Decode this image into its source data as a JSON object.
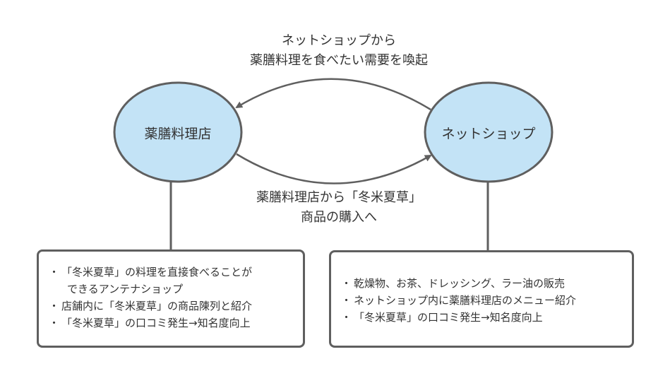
{
  "nodes": {
    "restaurant": {
      "label": "薬膳料理店"
    },
    "netshop": {
      "label": "ネットショップ"
    }
  },
  "edges": {
    "top": {
      "lines": [
        "ネットショップから",
        "薬膳料理を食べたい需要を喚起"
      ]
    },
    "bottom": {
      "lines": [
        "薬膳料理店から「冬米夏草」",
        "商品の購入へ"
      ]
    }
  },
  "boxes": {
    "restaurant": {
      "items": [
        "「冬米夏草」の料理を直接食べることが",
        "できるアンテナショップ",
        "店舗内に「冬米夏草」の商品陳列と紹介",
        "「冬米夏草」の口コミ発生→知名度向上"
      ]
    },
    "netshop": {
      "items": [
        "乾燥物、お茶、ドレッシング、ラー油の販売",
        "ネットショップ内に薬膳料理店のメニュー紹介",
        "「冬米夏草」の口コミ発生→知名度向上"
      ]
    }
  },
  "colors": {
    "node_fill": "#c3e3f6",
    "stroke": "#5f5f5f",
    "text": "#333333"
  }
}
